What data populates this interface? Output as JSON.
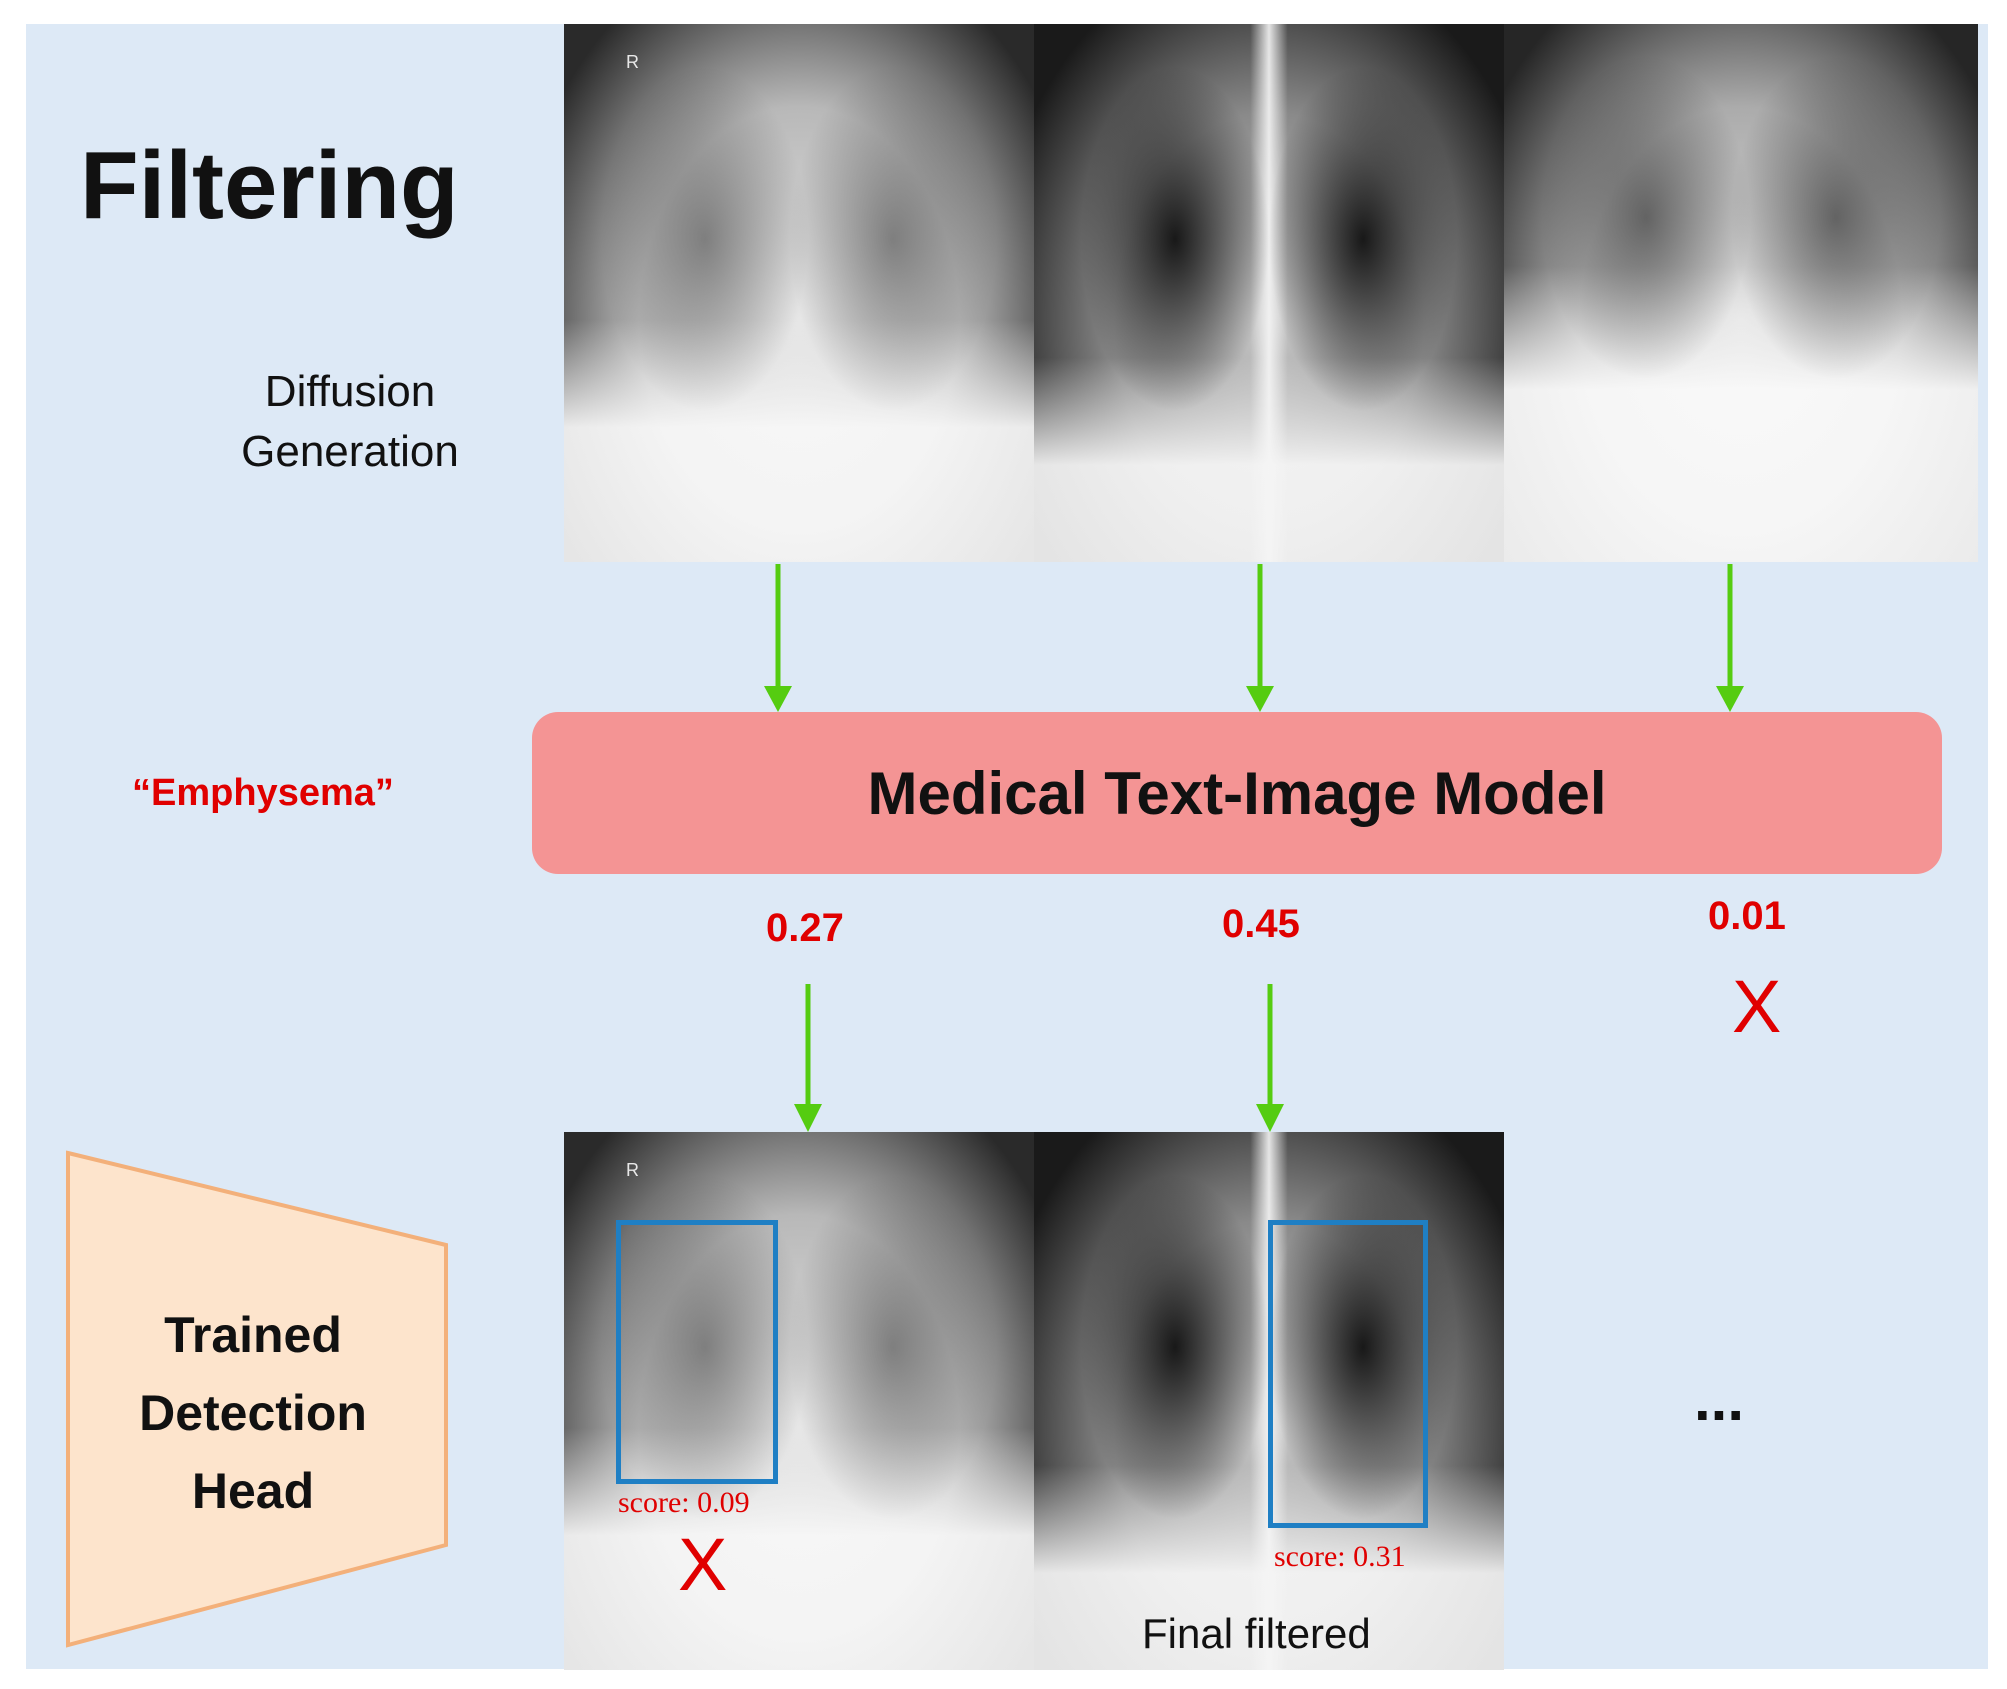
{
  "title": "Filtering",
  "diffusion_label": [
    "Diffusion",
    "Generation"
  ],
  "prompt_text": "“Emphysema”",
  "model_label": "Medical Text-Image Model",
  "image_marker": "R",
  "similarity_scores": [
    "0.27",
    "0.45",
    "0.01"
  ],
  "rejection_mark": "X",
  "detection_head_label": [
    "Trained",
    "Detection",
    "Head"
  ],
  "detections": [
    {
      "score_label": "score: 0.09",
      "rejected": true
    },
    {
      "score_label": "score: 0.31",
      "rejected": false
    }
  ],
  "final_label": "Final filtered",
  "ellipsis": "...",
  "colors": {
    "panel_background": "#dde9f6",
    "model_box": "#f49494",
    "arrow": "#55cc11",
    "score_red": "#e00000",
    "detection_box": "#1f7fc4",
    "detection_head_fill": "#fde4cc",
    "detection_head_stroke": "#f3b07a"
  }
}
